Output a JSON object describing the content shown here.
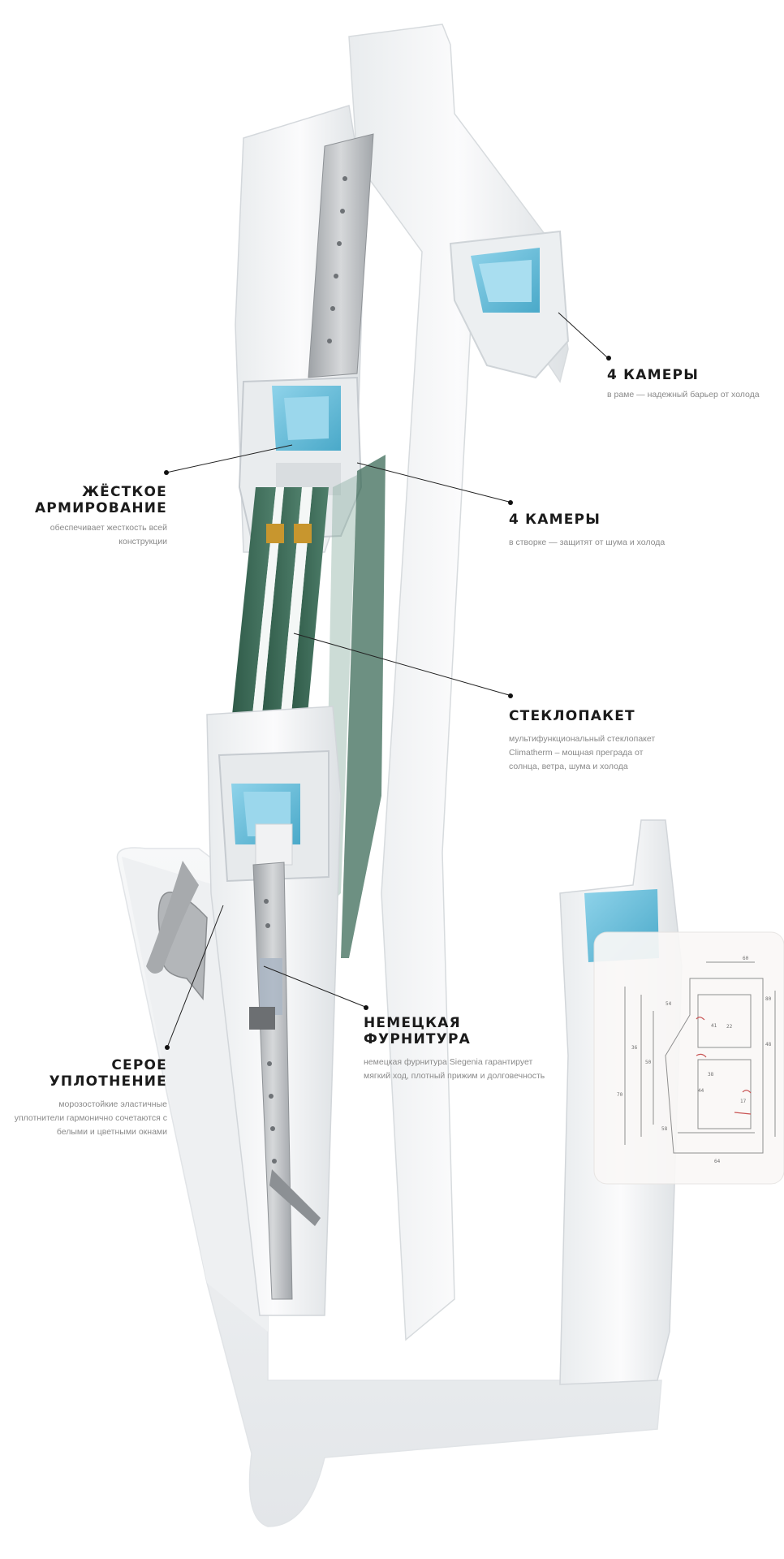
{
  "callouts": {
    "frame_chambers": {
      "title": "4 КАМЕРЫ",
      "desc": "в раме — надежный барьер от холода"
    },
    "sash_chambers": {
      "title": "4 КАМЕРЫ",
      "desc": "в створке — защитят от шума и холода"
    },
    "reinforcement": {
      "title": "ЖЁСТКОЕ\nАРМИРОВАНИЕ",
      "desc": "обеспечивает жесткость всей конструкции"
    },
    "glazing": {
      "title": "СТЕКЛОПАКЕТ",
      "desc": "мультифункциональный стеклопакет Climatherm – мощная преграда от солнца, ветра, шума и холода"
    },
    "hardware": {
      "title": "НЕМЕЦКАЯ ФУРНИТУРА",
      "desc": "немецкая фурнитура Siegenia гарантирует мягкий ход, плотный прижим и долговечность"
    },
    "seal": {
      "title": "СЕРОЕ УПЛОТНЕНИЕ",
      "desc": "морозостойкие эластичные уплотнители гармонично сочетаются с белыми и цветными окнами"
    }
  },
  "drawing_dimensions": [
    "60",
    "80",
    "54",
    "41",
    "22",
    "48",
    "36",
    "50",
    "38",
    "44",
    "70",
    "17",
    "58",
    "64"
  ],
  "colors": {
    "pvc": "#f3f4f5",
    "pvc_shadow": "#dfe2e5",
    "chamber_blue": "#6cc3df",
    "glass_green": "#3c6b58",
    "steel": "#b9bcbf",
    "desiccant": "#c8962e",
    "leader": "#222222"
  }
}
